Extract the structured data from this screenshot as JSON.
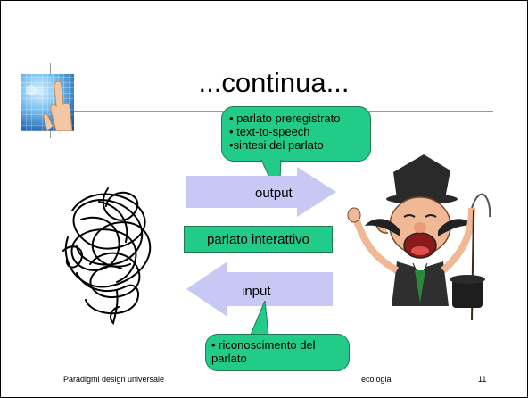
{
  "slide": {
    "title": "...continua...",
    "output_label": "output",
    "input_label": "input",
    "center_label": "parlato interattivo",
    "top_callout": {
      "lines": [
        "• parlato preregistrato",
        "• text-to-speech",
        "•sintesi del parlato"
      ]
    },
    "bottom_callout": {
      "lines": [
        "• riconoscimento del",
        "parlato"
      ]
    },
    "footer_left": "Paradigmi design universale",
    "footer_right_partial": "ecologia",
    "page_number": "11"
  },
  "colors": {
    "callout_green": "#22cc88",
    "arrow_lavender": "#c8c8f5",
    "rule_gray": "#9a9a9a"
  },
  "icons": {
    "logo": "touch-hand-logo",
    "left_illustration": "scribble-tangle",
    "right_illustration": "laughing-showman-cartoon"
  }
}
